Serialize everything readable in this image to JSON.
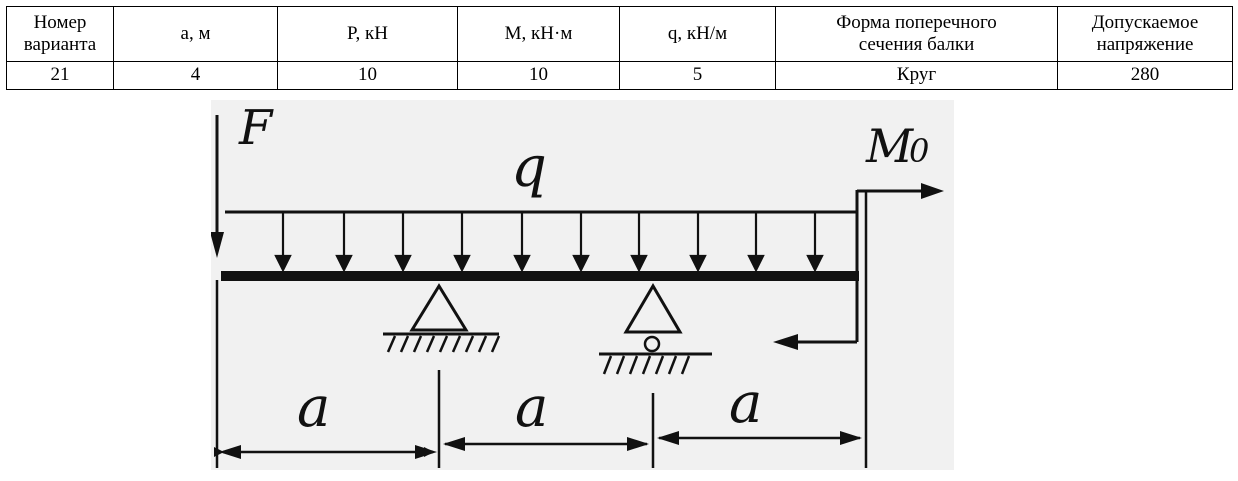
{
  "table": {
    "headers": [
      "Номер\nварианта",
      "a, м",
      "P, кН",
      "M, кН·м",
      "q, кН/м",
      "Форма поперечного\nсечения балки",
      "Допускаемое\nнапряжение"
    ],
    "values": [
      "21",
      "4",
      "10",
      "10",
      "5",
      "Круг",
      "280"
    ]
  },
  "diagram": {
    "label_force": "F",
    "label_load": "q",
    "label_moment": "M",
    "label_moment_sub": "0",
    "label_span_1": "a",
    "label_span_2": "a",
    "label_span_3": "a",
    "colors": {
      "ink": "#111111",
      "photo_background": "#f1f1f1"
    }
  }
}
